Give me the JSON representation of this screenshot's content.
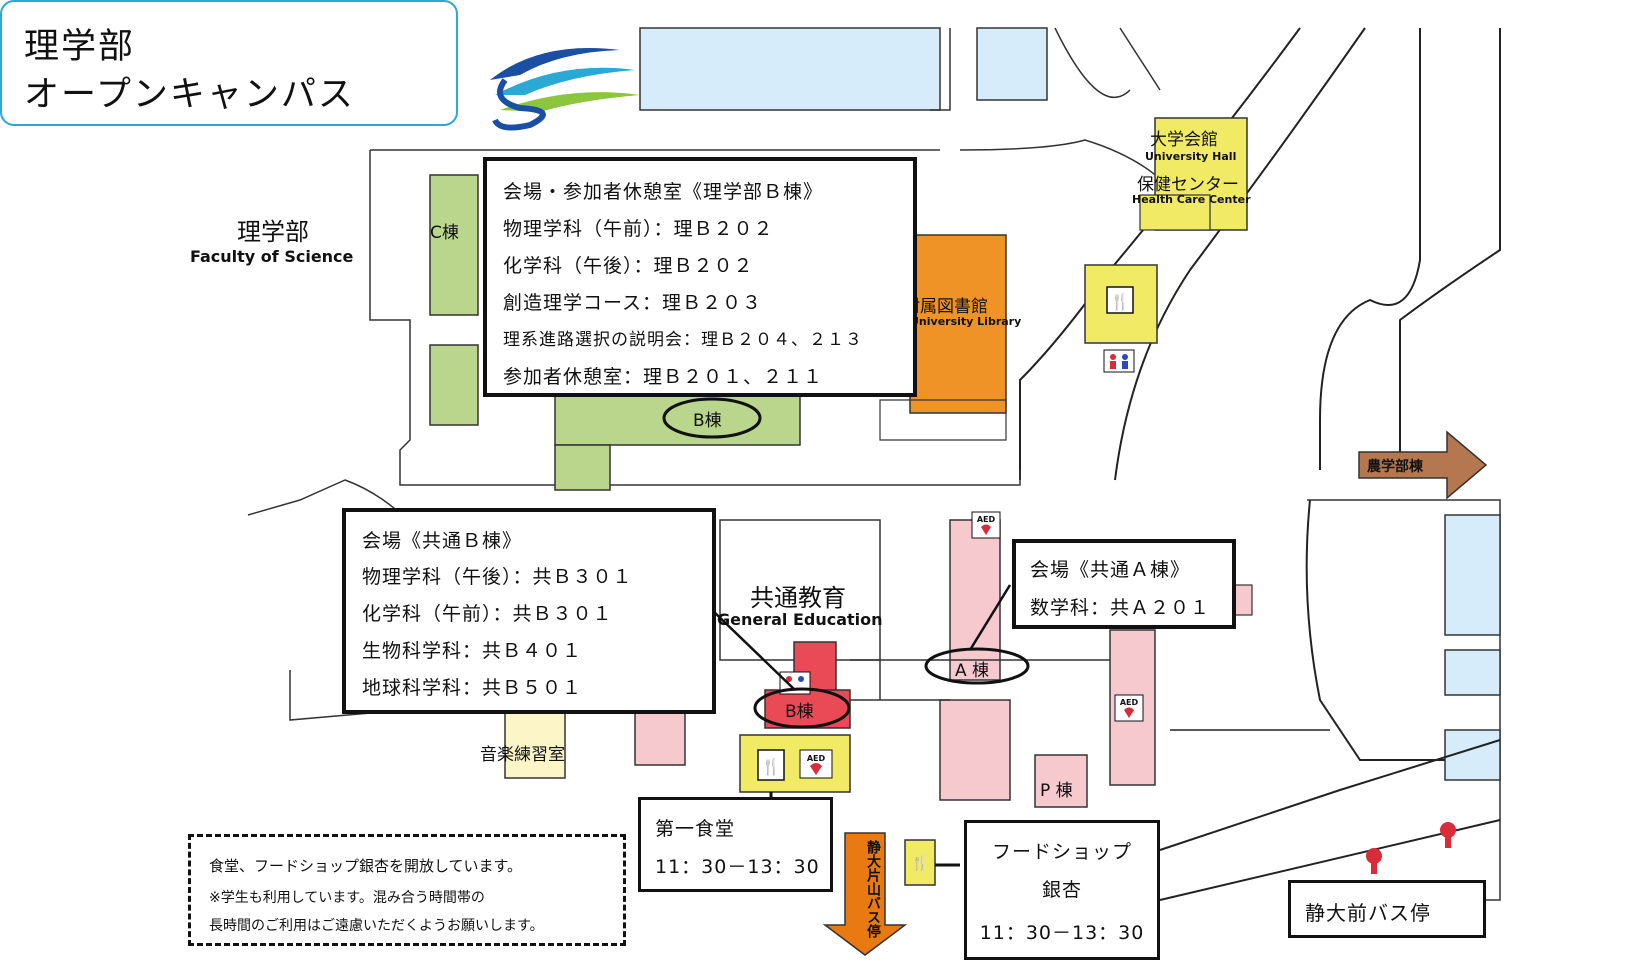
{
  "title": {
    "line1": "理学部",
    "line2": "オープンキャンパス",
    "logo_icon": "faculty-wave-logo"
  },
  "buildings": {
    "science_jp": "理学部",
    "science_en": "Faculty of Science",
    "c_wing": "C棟",
    "b_wing_science": "B棟",
    "library_jp": "附属図書館",
    "library_en": "University Library",
    "hall_jp": "大学会館",
    "hall_en": "University Hall",
    "health_jp": "保健センター",
    "health_en": "Health Care Center",
    "agri": "農学部棟",
    "general_jp": "共通教育",
    "general_en": "General Education",
    "b_wing_general": "B棟",
    "a_wing": "A 棟",
    "p_wing": "P 棟",
    "music": "音楽練習室",
    "bus_route": "静大片山バス停"
  },
  "venues": {
    "science_b": {
      "title": "会場・参加者休憩室《理学部Ｂ棟》",
      "lines": [
        "物理学科（午前）：理Ｂ２０２",
        "化学科（午後）：理Ｂ２０２",
        "創造理学コース：理Ｂ２０３",
        "理系進路選択の説明会：理Ｂ２０４、２１３",
        "参加者休憩室：理Ｂ２０１、２１１"
      ]
    },
    "general_b": {
      "title": "会場《共通Ｂ棟》",
      "lines": [
        "物理学科（午後）：共Ｂ３０１",
        "化学科（午前）：共Ｂ３０１",
        "生物科学科：共Ｂ４０１",
        "地球科学科：共Ｂ５０１"
      ]
    },
    "general_a": {
      "title": "会場《共通Ａ棟》",
      "lines": [
        "数学科：共Ａ２０１"
      ]
    }
  },
  "food": {
    "cafeteria": {
      "name": "第一食堂",
      "hours": "11：30－13：30"
    },
    "shop": {
      "name1": "フードショップ",
      "name2": "銀杏",
      "hours": "11：30－13：30"
    },
    "notice": [
      "食堂、フードショップ銀杏を開放しています。",
      "※学生も利用しています。混み合う時間帯の",
      "長時間のご利用はご遠慮いただくようお願いします。"
    ]
  },
  "bus_stop": "静大前バス停",
  "aed_label": "AED",
  "icons": [
    "cutlery-icon",
    "restroom-icon",
    "aed-icon",
    "bus-stop-icon",
    "arrow-right-icon",
    "arrow-down-icon"
  ],
  "colors": {
    "science_building": "#b9d68c",
    "library": "#ef9326",
    "hall": "#f1ea64",
    "general_pink": "#f6c9cf",
    "general_red": "#e94a55",
    "blue_building": "#d6ecfa",
    "title_border": "#2aa9d4",
    "arrow_brown": "#b5774f",
    "arrow_orange": "#e97a12"
  }
}
